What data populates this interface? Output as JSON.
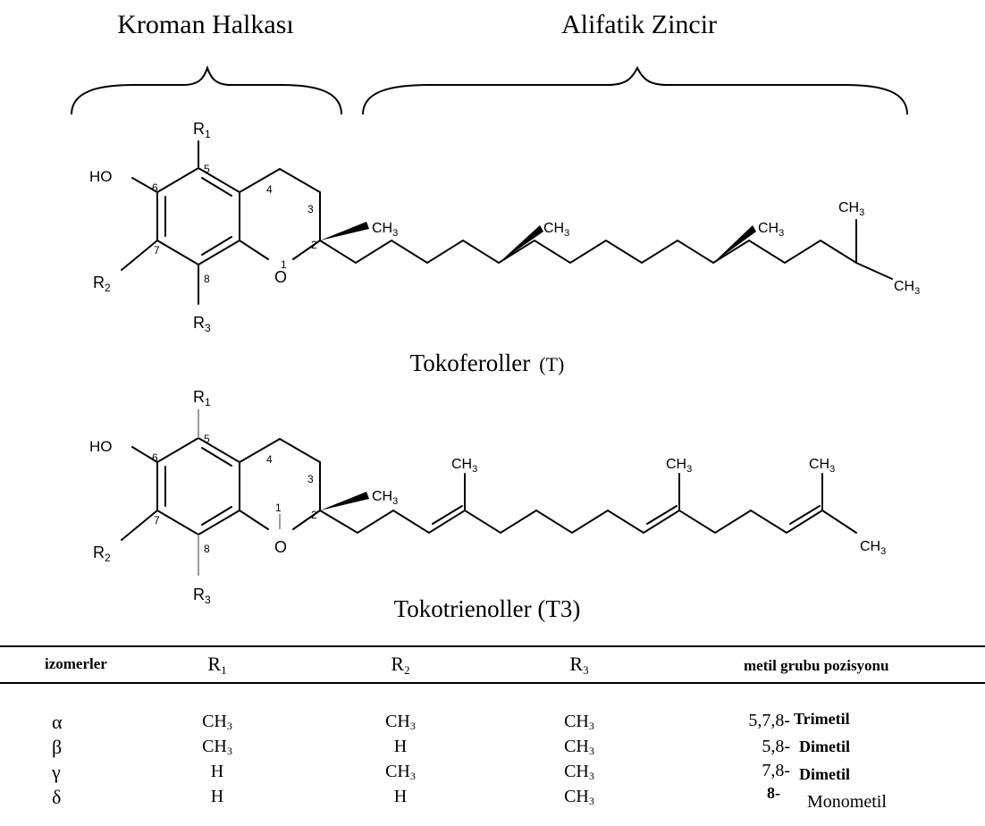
{
  "headings": {
    "ring": "Kroman Halkası",
    "chain": "Alifatik Zincir"
  },
  "tocopherol": {
    "name": "Tokoferoller",
    "abbr": "(T)"
  },
  "tocotrienol": {
    "name": "Tokotrienoller (T3)"
  },
  "atoms": {
    "ho": "HO",
    "o": "O",
    "r": "R",
    "ch": "CH",
    "sub3": "3",
    "sub1": "1",
    "sub2": "2",
    "pos1": "1",
    "pos2": "2",
    "pos3": "3",
    "pos4": "4",
    "pos5": "5",
    "pos6": "6",
    "pos7": "7",
    "pos8": "8"
  },
  "table": {
    "headers": [
      "izomerler",
      "R",
      "R",
      "R",
      "metil grubu pozisyonu"
    ],
    "header_subs": [
      "",
      "1",
      "2",
      "3",
      ""
    ],
    "ch": "CH",
    "sub3": "3",
    "h": "H",
    "rows": [
      {
        "isomer": "α",
        "r1": "CH3",
        "r2": "CH3",
        "r3": "CH3",
        "positions": "5,7,8-",
        "type": "Trimetil"
      },
      {
        "isomer": "β",
        "r1": "CH3",
        "r2": "H",
        "r3": "CH3",
        "positions": "5,8-",
        "type": "Dimetil"
      },
      {
        "isomer": "γ",
        "r1": "H",
        "r2": "CH3",
        "r3": "CH3",
        "positions": "7,8-",
        "type": "Dimetil"
      },
      {
        "isomer": "δ",
        "r1": "H",
        "r2": "H",
        "r3": "CH3",
        "positions": "8-",
        "type": "Monometil"
      }
    ]
  }
}
